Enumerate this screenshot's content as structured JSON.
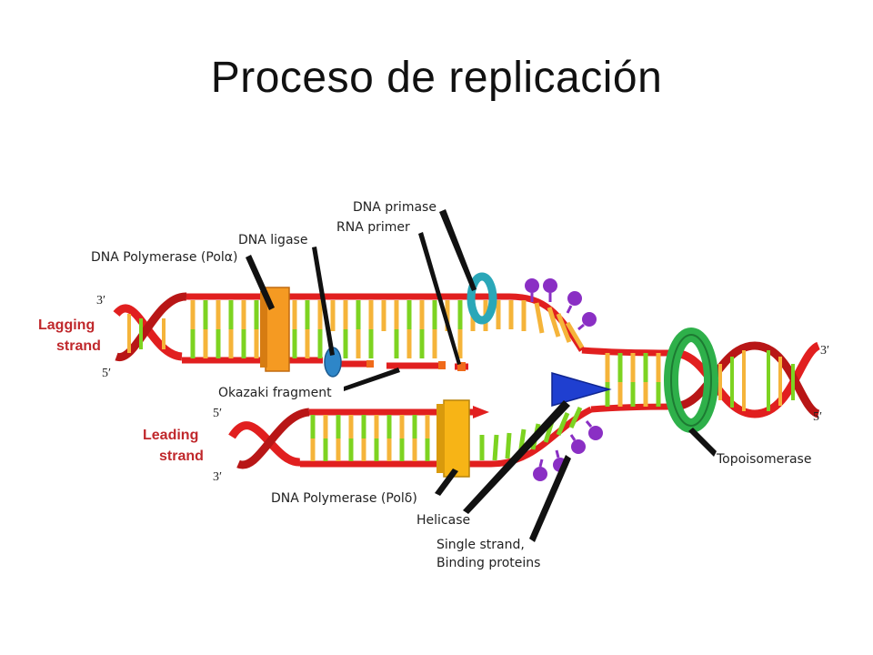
{
  "title": "Proceso de replicación",
  "labels": {
    "dna_primase": "DNA primase",
    "rna_primer": "RNA primer",
    "dna_ligase": "DNA ligase",
    "dna_pol_alpha": "DNA Polymerase (Polα)",
    "okazaki": "Okazaki fragment",
    "dna_pol_delta": "DNA Polymerase (Polδ)",
    "helicase": "Helicase",
    "ssb_line1": "Single strand,",
    "ssb_line2": "Binding proteins",
    "topoisomerase": "Topoisomerase",
    "lagging_line1": "Lagging",
    "lagging_line2": "strand",
    "leading_line1": "Leading",
    "leading_line2": "strand"
  },
  "ends": {
    "lag_top": "3′",
    "lag_bottom": "5′",
    "lead_top": "5′",
    "lead_bottom": "3′",
    "right_top": "3′",
    "right_bottom": "5′"
  },
  "colors": {
    "backbone": "#e11f1f",
    "backbone_dark": "#9a1010",
    "base_yellow": "#f5b43a",
    "base_green": "#7dd321",
    "polymerase": "#f59a22",
    "polymerase_delta": "#f7b416",
    "primase": "#2aa7b8",
    "ligase": "#2e86c8",
    "helicase": "#1f3fd0",
    "ssb": "#8a2fc4",
    "topoisomerase": "#2eb04a"
  }
}
